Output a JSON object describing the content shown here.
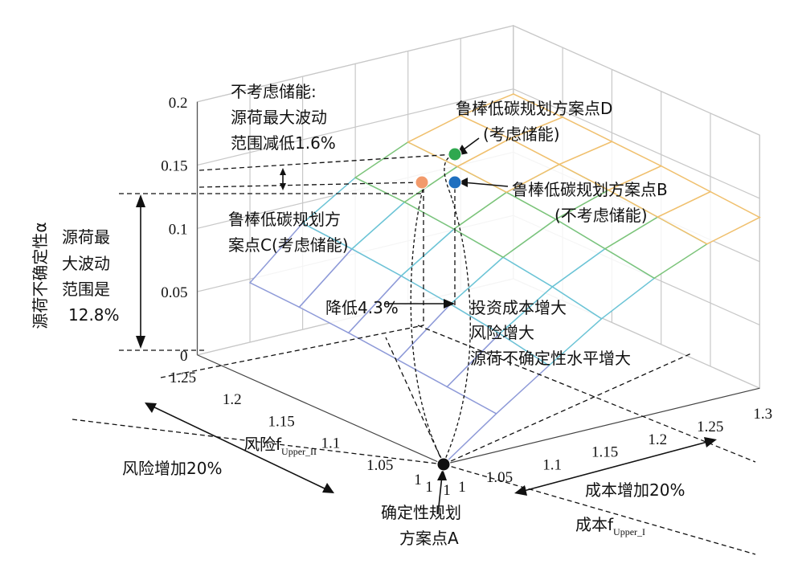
{
  "chart_data": {
    "type": "surface3d",
    "x_axis": {
      "label": "成本f",
      "label_sub": "Upper_I",
      "ticks": [
        "1",
        "1.05",
        "1.1",
        "1.15",
        "1.2",
        "1.25",
        "1.3"
      ],
      "range": [
        1,
        1.3
      ]
    },
    "y_axis": {
      "label": "风险f",
      "label_sub": "Upper_II",
      "ticks": [
        "1",
        "1.05",
        "1.1",
        "1.15",
        "1.2",
        "1.25"
      ],
      "range": [
        1,
        1.25
      ]
    },
    "z_axis": {
      "label": "源荷不确定性α",
      "ticks": [
        "0",
        "0.05",
        "0.1",
        "0.15",
        "0.2"
      ],
      "range": [
        0,
        0.2
      ]
    },
    "surfaces": [
      {
        "x": [
          1.05,
          1.1,
          1.15,
          1.2,
          1.25,
          1.3
        ],
        "y": [
          1,
          1.05,
          1.1,
          1.15,
          1.2,
          1.25
        ],
        "z": [
          [
            0.03,
            0.058,
            0.085,
            0.107,
            0.124,
            0.135
          ],
          [
            0.034,
            0.066,
            0.093,
            0.113,
            0.128,
            0.138
          ],
          [
            0.038,
            0.072,
            0.099,
            0.119,
            0.132,
            0.141
          ],
          [
            0.042,
            0.077,
            0.104,
            0.123,
            0.135,
            0.143
          ],
          [
            0.045,
            0.081,
            0.108,
            0.126,
            0.138,
            0.145
          ],
          [
            0.047,
            0.084,
            0.11,
            0.128,
            0.139,
            0.146
          ]
        ]
      }
    ],
    "points": [
      {
        "id": "A",
        "label_lines": [
          "确定性规划",
          "方案点A"
        ],
        "color": "#111111",
        "x": 1,
        "y": 1,
        "z": 0
      },
      {
        "id": "B",
        "label_lines": [
          "鲁棒低碳规划方案点B",
          "(不考虑储能)"
        ],
        "color": "#1f6fbf",
        "z": 0.128
      },
      {
        "id": "C",
        "label_lines": [
          "鲁棒低碳规划方",
          "案点C(考虑储能)"
        ],
        "color": "#f29a6b",
        "z": 0.128
      },
      {
        "id": "D",
        "label_lines": [
          "鲁棒低碳规划方案点D",
          "(考虑储能)"
        ],
        "color": "#2fa84f",
        "z": 0.144
      }
    ],
    "annotations": {
      "no_storage": [
        "不考虑储能:",
        "源荷最大波动",
        "范围减低1.6%"
      ],
      "max_range": [
        "源荷最",
        "大波动",
        "范围是",
        "12.8%"
      ],
      "reduce": "降低4.3%",
      "trend": [
        "投资成本增大",
        "风险增大",
        "源荷不确定性水平增大"
      ],
      "risk_increase": "风险增加20%",
      "cost_increase": "成本增加20%"
    },
    "colors": {
      "surface_low": "#8e9ad8",
      "surface_mid": "#6cc4d6",
      "surface_green": "#7cc47a",
      "surface_high": "#f0c06e"
    }
  }
}
